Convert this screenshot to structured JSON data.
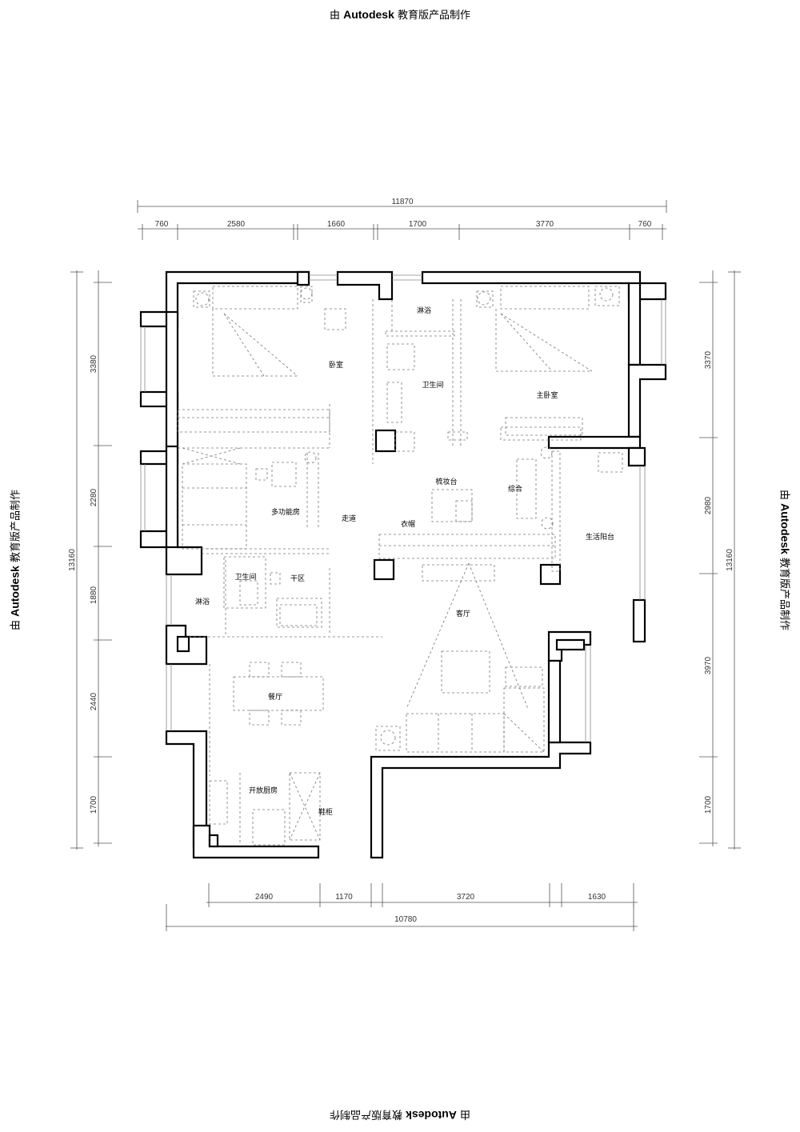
{
  "watermark": {
    "prefix": "由 ",
    "brand": "Autodesk",
    "suffix": " 教育版产品制作"
  },
  "dimensions": {
    "top_total": "11870",
    "top_segments": [
      "760",
      "2580",
      "1660",
      "1700",
      "3770",
      "760"
    ],
    "bottom_segments": [
      "2490",
      "1170",
      "3720",
      "1630"
    ],
    "bottom_total": "10780",
    "left_segments": [
      "3380",
      "2280",
      "1880",
      "2440",
      "1700"
    ],
    "left_total": "13160",
    "right_segments": [
      "3370",
      "2980",
      "3970",
      "1700"
    ],
    "right_total": "13160"
  },
  "rooms": {
    "bedroom": "卧室",
    "shower_top": "淋浴",
    "bathroom_top": "卫生间",
    "master_bedroom": "主卧室",
    "dressing_table": "梳妆台",
    "multipurpose": "多功能房",
    "corridor": "走道",
    "wardrobe": "衣帽",
    "general": "综合",
    "utility_balcony": "生活阳台",
    "bathroom_mid": "卫生间",
    "dry_area": "干区",
    "shower_mid": "淋浴",
    "living_room": "客厅",
    "dining_room": "餐厅",
    "open_kitchen": "开放厨房",
    "shoe_cabinet": "鞋柜"
  }
}
